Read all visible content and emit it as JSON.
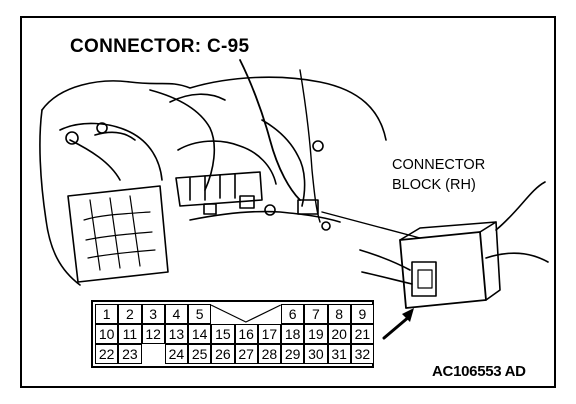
{
  "title": "CONNECTOR: C-95",
  "connector_block_label": [
    "CONNECTOR",
    "BLOCK (RH)"
  ],
  "reference_code": "AC106553 AD",
  "pins": {
    "row1": [
      "1",
      "2",
      "3",
      "4",
      "5",
      "6",
      "7",
      "8",
      "9"
    ],
    "row2": [
      "10",
      "11",
      "12",
      "13",
      "14",
      "15",
      "16",
      "17",
      "18",
      "19",
      "20",
      "21"
    ],
    "row3": [
      "22",
      "23",
      "24",
      "25",
      "26",
      "27",
      "28",
      "29",
      "30",
      "31",
      "32"
    ]
  },
  "colors": {
    "line": "#000000",
    "background": "#ffffff"
  }
}
